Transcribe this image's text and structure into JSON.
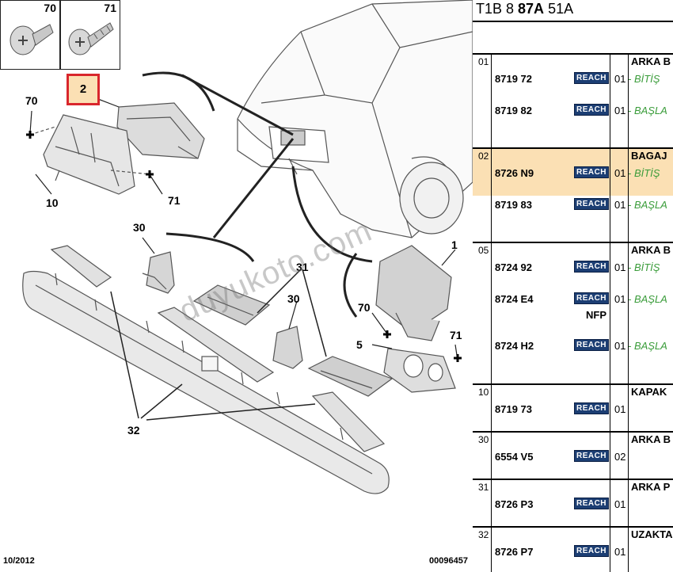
{
  "diagram": {
    "thumbs": [
      {
        "label": "70"
      },
      {
        "label": "71"
      }
    ],
    "highlighted_callout": "2",
    "callouts": [
      "70",
      "10",
      "71",
      "30",
      "31",
      "30",
      "32",
      "70",
      "5",
      "71",
      "1"
    ],
    "watermark": "duyukoto.com",
    "date": "10/2012",
    "drawing_number": "00096457"
  },
  "parts": {
    "ref_prefix": "T1B 8 ",
    "ref_bold": "87A",
    "ref_suffix": " 51A",
    "badge_label": "REACH",
    "rows": [
      {
        "idx": "01",
        "desc": "ARKA B",
        "highlight": false,
        "items": [
          {
            "pn": "8719 72",
            "qty": "01",
            "note": "- BİTİŞ"
          },
          {
            "pn": "8719 82",
            "qty": "01",
            "note": "- BAŞLA"
          }
        ]
      },
      {
        "idx": "02",
        "desc": "BAGAJ",
        "highlight": true,
        "items": [
          {
            "pn": "8726 N9",
            "qty": "01",
            "note": "- BİTİŞ"
          },
          {
            "pn": "8719 83",
            "qty": "01",
            "note": "- BAŞLA"
          }
        ]
      },
      {
        "idx": "05",
        "desc": "ARKA B",
        "highlight": false,
        "items": [
          {
            "pn": "8724 92",
            "qty": "01",
            "note": "- BİTİŞ"
          },
          {
            "pn": "8724 E4",
            "qty": "01",
            "note": "- BAŞLA",
            "flag": "NFP"
          },
          {
            "pn": "8724 H2",
            "qty": "01",
            "note": "- BAŞLA"
          }
        ]
      },
      {
        "idx": "10",
        "desc": "KAPAK",
        "highlight": false,
        "items": [
          {
            "pn": "8719 73",
            "qty": "01",
            "note": ""
          }
        ]
      },
      {
        "idx": "30",
        "desc": "ARKA B",
        "highlight": false,
        "items": [
          {
            "pn": "6554 V5",
            "qty": "02",
            "note": ""
          }
        ]
      },
      {
        "idx": "31",
        "desc": "ARKA P",
        "highlight": false,
        "items": [
          {
            "pn": "8726 P3",
            "qty": "01",
            "note": ""
          }
        ]
      },
      {
        "idx": "32",
        "desc": "UZAKTA",
        "highlight": false,
        "items": [
          {
            "pn": "8726 P7",
            "qty": "01",
            "note": ""
          }
        ]
      }
    ]
  }
}
